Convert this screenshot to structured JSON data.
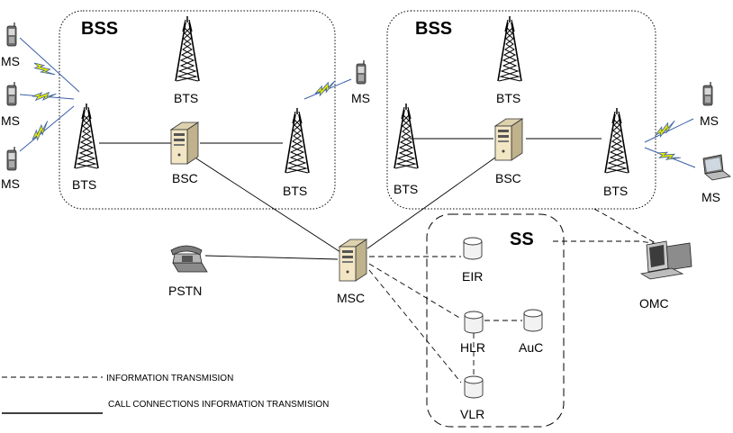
{
  "bss_left": {
    "title": "BSS"
  },
  "bss_right": {
    "title": "BSS"
  },
  "ss": {
    "title": "SS"
  },
  "labels": {
    "ms": "MS",
    "bts": "BTS",
    "bsc": "BSC",
    "msc": "MSC",
    "pstn": "PSTN",
    "eir": "EIR",
    "hlr": "HLR",
    "auc": "AuC",
    "vlr": "VLR",
    "omc": "OMC"
  },
  "legend": {
    "dashed": "INFORMATION TRANSMISION",
    "solid": "CALL CONNECTIONS INFORMATION TRANSMISION"
  },
  "colors": {
    "line": "#000000",
    "radio_link": "#e8e800",
    "radio_link_edge": "#3a5fa8",
    "server": "#f2e6c4",
    "db": "#f0f0f0"
  }
}
